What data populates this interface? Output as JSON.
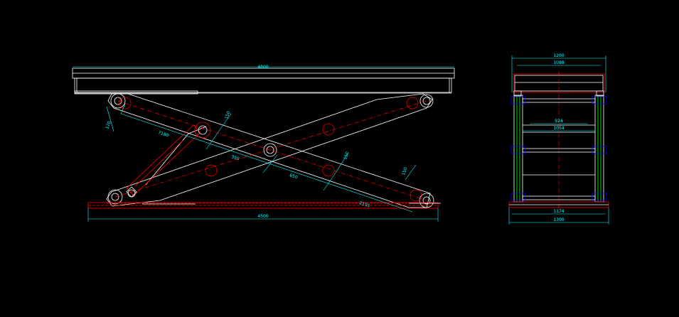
{
  "colors": {
    "background": "#000000",
    "outline": "#ffffff",
    "dimension": "#00ffff",
    "centerline": "#ff0000",
    "cylinder": "#ffff00",
    "column": "#00ff00",
    "hub": "#0000ff"
  },
  "side_view": {
    "dims": {
      "platform_length": "4800",
      "base_length": "4500",
      "arm_offset": "120",
      "arm_length": "7180",
      "section_a": "350",
      "section_b": "650",
      "lower_run": "2155",
      "pitch_a": "150",
      "pitch_b": "150",
      "pitch_c": "150"
    }
  },
  "end_view": {
    "dims": {
      "overall_width_top": "1200",
      "inner_width_top": "1088",
      "mid_a": "924",
      "mid_b": "1054",
      "inner_width_bottom": "1174",
      "overall_width_bottom": "1300"
    }
  }
}
